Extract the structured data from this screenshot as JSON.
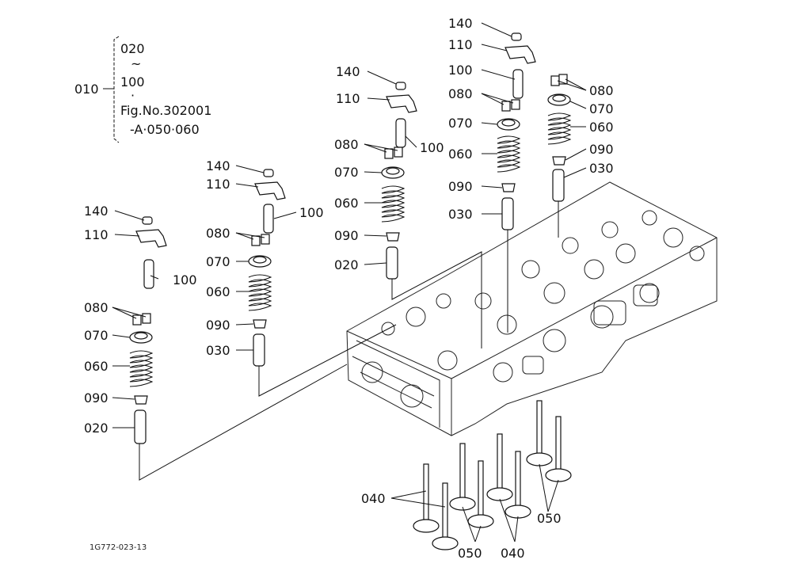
{
  "diagram": {
    "group_label": {
      "code": "010",
      "lines": [
        "020",
        "~",
        "100",
        "·",
        "Fig.No.302001",
        "-A·050·060"
      ]
    },
    "callouts": {
      "c1": [
        "140",
        "110",
        "100",
        "080",
        "070",
        "060",
        "090",
        "020"
      ],
      "c2": [
        "140",
        "110",
        "100",
        "080",
        "070",
        "060",
        "090",
        "030"
      ],
      "c3": [
        "140",
        "110",
        "100",
        "080",
        "070",
        "060",
        "090",
        "020"
      ],
      "c4": [
        "140",
        "110",
        "100",
        "080",
        "070",
        "060",
        "090",
        "030"
      ],
      "c5": [
        "080",
        "070",
        "060",
        "090",
        "030"
      ]
    },
    "valves": {
      "l1": "040",
      "l2": "050",
      "l3": "050",
      "l4": "040"
    },
    "figure_code": "1G772-023-13"
  }
}
